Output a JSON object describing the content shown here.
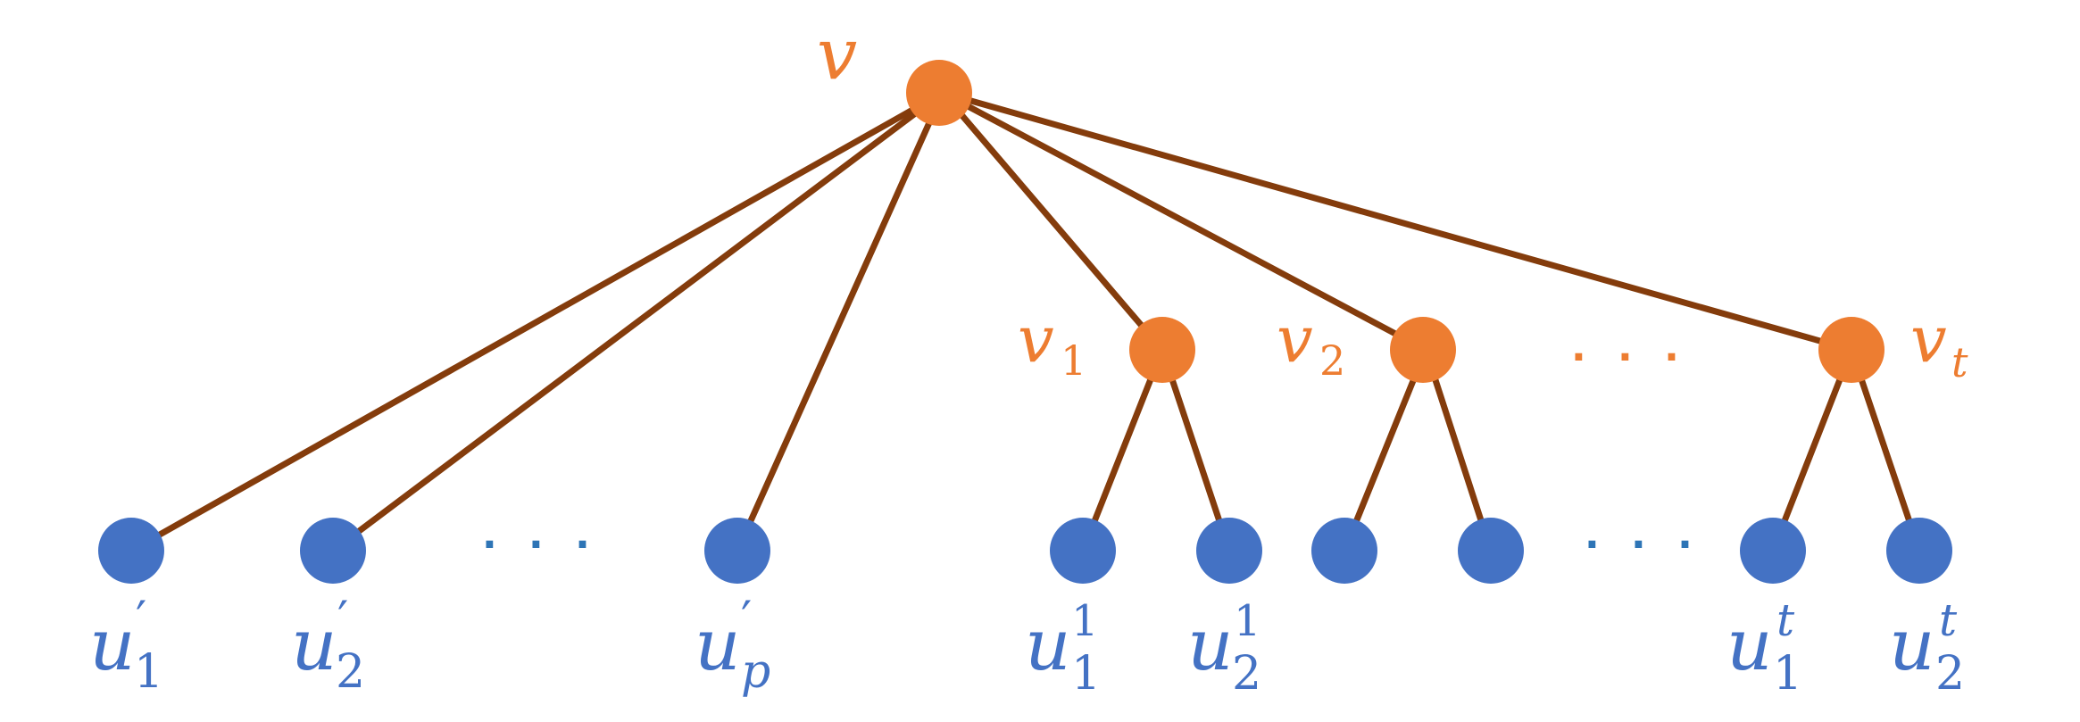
{
  "colors": {
    "edge": "#843C0C",
    "orange_node": "#ED7D31",
    "blue_node": "#4472C4",
    "blue_dots": "#2E75B6"
  },
  "labels": {
    "v": "v",
    "v1": {
      "base": "v",
      "sub": "1"
    },
    "v2": {
      "base": "v",
      "sub": "2"
    },
    "vt": {
      "base": "v",
      "sub": "t"
    },
    "up1": {
      "base": "u",
      "sup": "′",
      "sub": "1"
    },
    "up2": {
      "base": "u",
      "sup": "′",
      "sub": "2"
    },
    "upp": {
      "base": "u",
      "sup": "′",
      "sub": "p"
    },
    "u11": {
      "base": "u",
      "sup": "1",
      "sub": "1"
    },
    "u12": {
      "base": "u",
      "sup": "1",
      "sub": "2"
    },
    "ut1": {
      "base": "u",
      "sup": "t",
      "sub": "1"
    },
    "ut2": {
      "base": "u",
      "sup": "t",
      "sub": "2"
    }
  },
  "ellipses": {
    "leaves_left": "· · ·",
    "children_mid": "· · ·",
    "leaves_right": "· · ·"
  }
}
